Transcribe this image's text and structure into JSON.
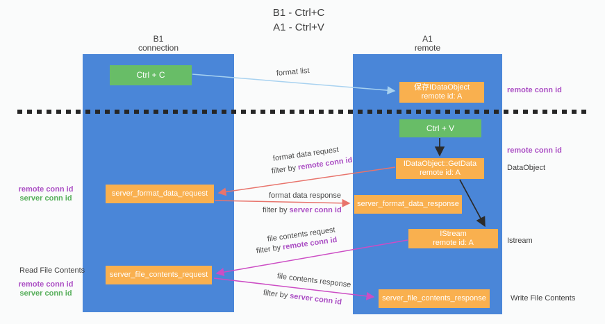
{
  "title": {
    "line1": "B1 - Ctrl+C",
    "line2": "A1 - Ctrl+V"
  },
  "lanes": {
    "left": {
      "name": "B1",
      "role": "connection"
    },
    "right": {
      "name": "A1",
      "role": "remote"
    }
  },
  "nodes": {
    "ctrl_c": {
      "label": "Ctrl + C"
    },
    "ctrl_v": {
      "label": "Ctrl + V"
    },
    "save_idataobject": {
      "line1": "保存IDataObject",
      "line2": "remote id: A"
    },
    "idataobject_getdata": {
      "line1": "IDataObject::GetData",
      "line2": "remote id: A"
    },
    "istream": {
      "line1": "IStream",
      "line2": "remote id: A"
    },
    "server_format_data_request": {
      "label": "server_format_data_request"
    },
    "server_format_data_response": {
      "label": "server_format_data_response"
    },
    "server_file_contents_request": {
      "label": "server_file_contents_request"
    },
    "server_file_contents_response": {
      "label": "server_file_contents_response"
    }
  },
  "side_labels": {
    "remote_conn_id_top_right": "remote conn id",
    "remote_conn_id_mid_right": "remote conn id",
    "dataobject": "DataObject",
    "istream": "Istream",
    "write_file_contents": "Write File Contents",
    "read_file_contents": "Read File Contents",
    "left_mid": {
      "remote": "remote conn id",
      "server": "server conn id"
    },
    "left_bottom": {
      "remote": "remote conn id",
      "server": "server conn id"
    }
  },
  "flow_labels": {
    "format_list": "format list",
    "format_data_request": "format data request",
    "format_data_request_filter": {
      "prefix": "filter by ",
      "highlight": "remote conn id"
    },
    "format_data_response": "format data response",
    "format_data_response_filter": {
      "prefix": "filter by ",
      "highlight": "server conn id"
    },
    "file_contents_request": "file contents request",
    "file_contents_request_filter": {
      "prefix": "filter by ",
      "highlight": "remote conn id"
    },
    "file_contents_response": "file contents response",
    "file_contents_response_filter": {
      "prefix": "filter by ",
      "highlight": "server conn id"
    }
  },
  "colors": {
    "lane_blue": "#4a86d8",
    "box_orange": "#f9b04f",
    "box_green": "#68bd67",
    "remote_conn_purple": "#ab4fc4",
    "server_conn_green": "#56ae5a",
    "arrow_red": "#e8746c",
    "arrow_magenta": "#cc4dc4",
    "arrow_light_blue": "#a8d2f0",
    "arrow_black": "#2b2b2b"
  }
}
